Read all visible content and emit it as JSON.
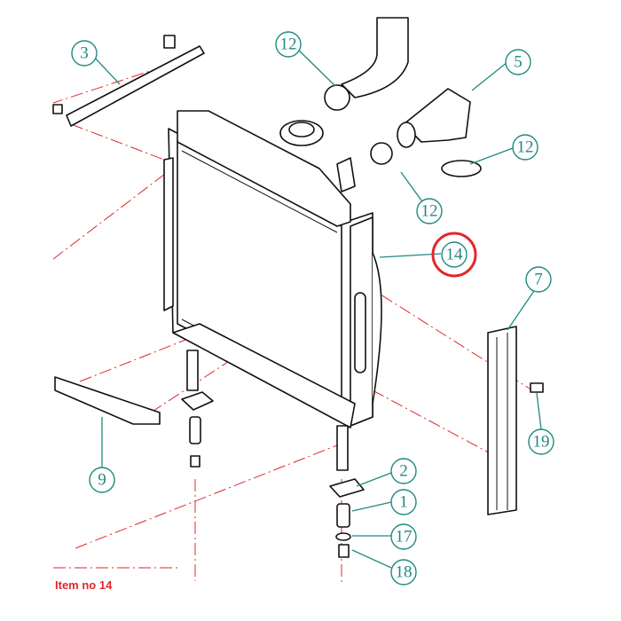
{
  "caption": "Item no 14",
  "highlight_color": "#e3262a",
  "callout_color": "#1f8a80",
  "callouts": [
    "3",
    "12",
    "5",
    "12",
    "12",
    "14",
    "7",
    "19",
    "9",
    "2",
    "1",
    "17",
    "18"
  ],
  "highlighted_callout": "14"
}
